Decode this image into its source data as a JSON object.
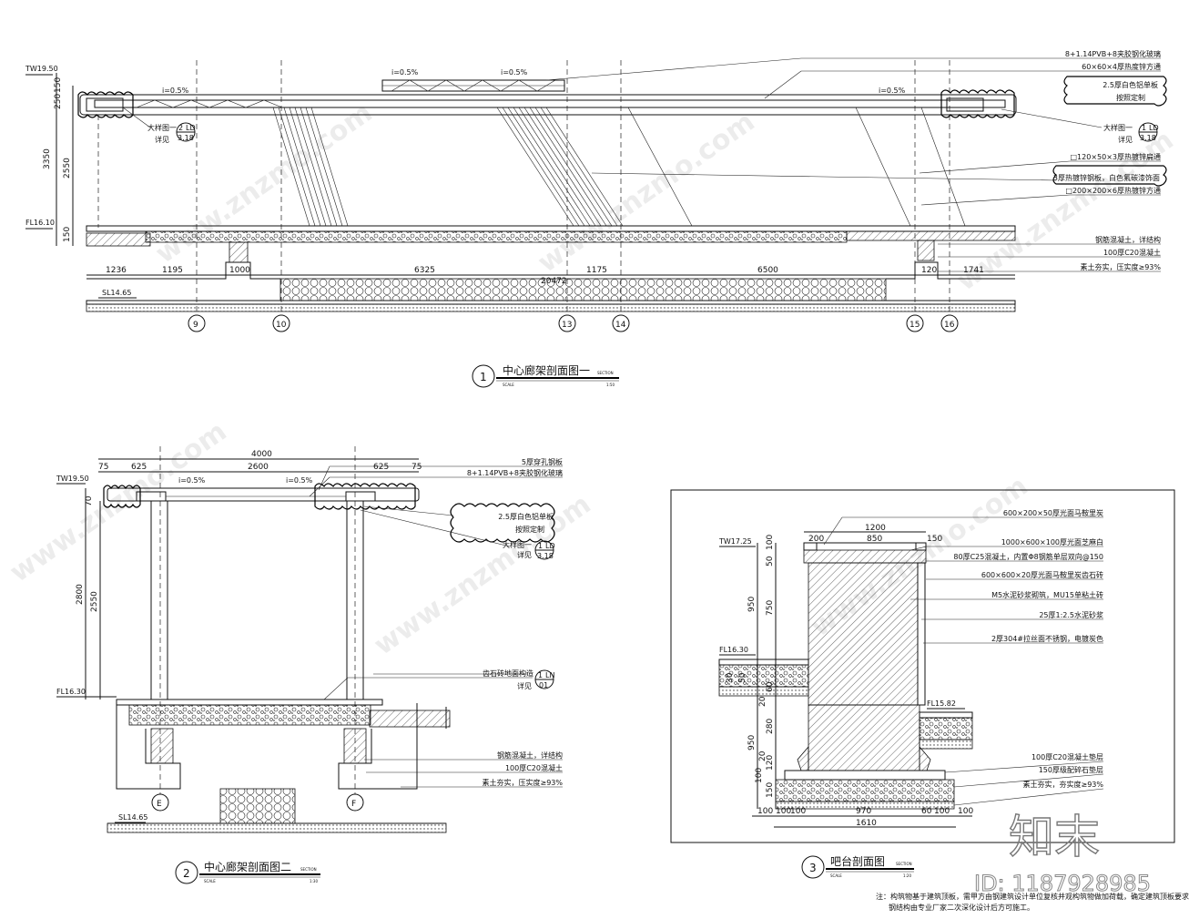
{
  "section1": {
    "title": "中心廊架剖面图一",
    "number": "1",
    "section_word": "SECTION",
    "scale_word": "SCALE",
    "scale": "1:50",
    "elev_tw": "TW19.50",
    "elev_fl": "FL16.10",
    "elev_sl": "SL14.65",
    "slope_1": "i=0.5%",
    "slope_2": "i=0.5%",
    "slope_3": "i=0.5%",
    "slope_4": "i=0.5%",
    "vdims": [
      "150",
      "250",
      "3350",
      "2550",
      "150"
    ],
    "hdims": [
      "1236",
      "1195",
      "1000",
      "6325",
      "1175",
      "6500",
      "120",
      "1741"
    ],
    "total_dim": "20472",
    "axes": [
      "9",
      "10",
      "13",
      "14",
      "15",
      "16"
    ],
    "detail_left": {
      "text": "大样图一",
      "num": "2",
      "code": "LD",
      "see": "详见",
      "sheet": "3.18"
    },
    "detail_right": {
      "text": "大样图一",
      "num": "1",
      "code": "LD",
      "see": "详见",
      "sheet": "3.18"
    },
    "notes": [
      "8+1.14PVB+8夹胶钢化玻璃",
      "60×60×4厚热度锌方通",
      "2.5厚白色铝单板",
      "按照定制",
      "□120×50×3厚热镀锌扁通",
      "3厚热镀锌钢板，白色氟碳漆饰面",
      "□200×200×6厚热镀锌方通",
      "钢筋混凝土，详结构",
      "100厚C20混凝土",
      "素土夯实，压实度≥93%"
    ]
  },
  "section2": {
    "title": "中心廊架剖面图二",
    "number": "2",
    "section_word": "SECTION",
    "scale_word": "SCALE",
    "scale": "1:30",
    "elev_tw": "TW19.50",
    "elev_fl": "FL16.30",
    "elev_sl": "SL14.65",
    "slope_1": "i=0.5%",
    "slope_2": "i=0.5%",
    "top_dims": [
      "75",
      "625",
      "2600",
      "625",
      "75"
    ],
    "total_dim": "4000",
    "vdims": [
      "70",
      "2800",
      "2550"
    ],
    "axes": [
      "E",
      "F"
    ],
    "detail": {
      "text": "大样图一",
      "num": "1",
      "code": "LD",
      "see": "详见",
      "sheet": "3.18"
    },
    "paving": {
      "text": "齿石砖地面构造",
      "num": "1",
      "code": "LN",
      "see": "详见",
      "sheet": "01"
    },
    "notes": [
      "5厚穿孔钢板",
      "8+1.14PVB+8夹胶钢化玻璃",
      "2.5厚白色铝单板",
      "按照定制",
      "钢筋混凝土，详结构",
      "100厚C20混凝土",
      "素土夯实，压实度≥93%"
    ]
  },
  "section3": {
    "title": "吧台剖面图",
    "number": "3",
    "section_word": "SECTION",
    "scale_word": "SCALE",
    "scale": "1:20",
    "elev_tw": "TW17.25",
    "elev_fl1": "FL16.30",
    "elev_fl2": "FL15.82",
    "top_dims": [
      "1200",
      "200",
      "850",
      "150"
    ],
    "left_dims": [
      "100",
      "50",
      "950",
      "750",
      "30",
      "50",
      "20",
      "60",
      "280",
      "950",
      "20",
      "120",
      "100",
      "150"
    ],
    "bottom_dims": [
      "100",
      "100",
      "100",
      "970",
      "60",
      "100",
      "100"
    ],
    "bottom_total": "1610",
    "notes": [
      "600×200×50厚光面马鞍里炭",
      "1000×600×100厚光面芝麻白",
      "80厚C25混凝土，内置Φ8钢筋单层双向@150",
      "600×600×20厚光面马鞍里炭齿石砖",
      "M5水泥砂浆砌筑，MU15单粘土砖",
      "25厚1:2.5水泥砂浆",
      "2厚304#拉丝面不锈钢，电镀炭色",
      "100厚C20混凝土垫层",
      "150厚级配碎石垫层",
      "素土夯实，夯实度≥93%"
    ]
  },
  "footer": {
    "note_1": "注：构筑物基于建筑顶板，需甲方由钢建筑设计单位复核并观构筑物做加荷载，确定建筑顶板要求后方可施工。",
    "note_2": "钢结构由专业厂家二次深化设计后方可施工。",
    "logo": "知末",
    "id": "ID: 1187928985"
  },
  "watermark": "www.znzmo.com"
}
